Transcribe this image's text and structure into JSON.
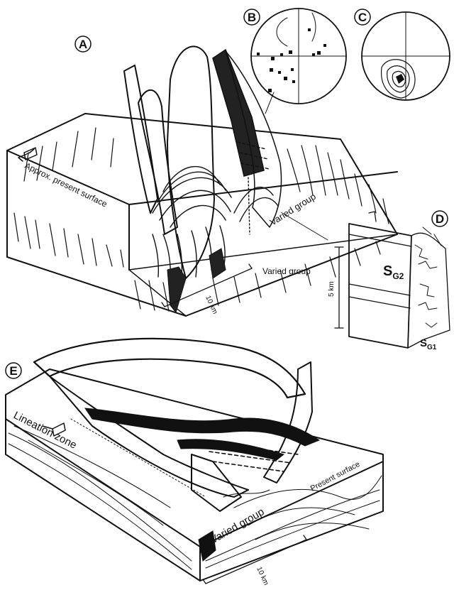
{
  "panels": {
    "a": {
      "letter": "A"
    },
    "b": {
      "letter": "B"
    },
    "c": {
      "letter": "C"
    },
    "d": {
      "letter": "D"
    },
    "e": {
      "letter": "E"
    }
  },
  "labels": {
    "a_surface": "Approx. present surface",
    "a_varied_upper": "Varied group",
    "a_varied_lower": "Varied group",
    "a_scale": "10 km",
    "d_scale": "5 km",
    "d_sg2": "S",
    "d_sg2_sub": "G2",
    "d_sg1": "S",
    "d_sg1_sub": "G1",
    "e_lineation": "Lineation zone",
    "e_surface": "Present surface",
    "e_varied": "Varied group",
    "e_scale": "10 km"
  },
  "colors": {
    "ink": "#111111",
    "paper": "#ffffff"
  },
  "icons": {
    "north_arrow": "north-arrow-icon"
  }
}
